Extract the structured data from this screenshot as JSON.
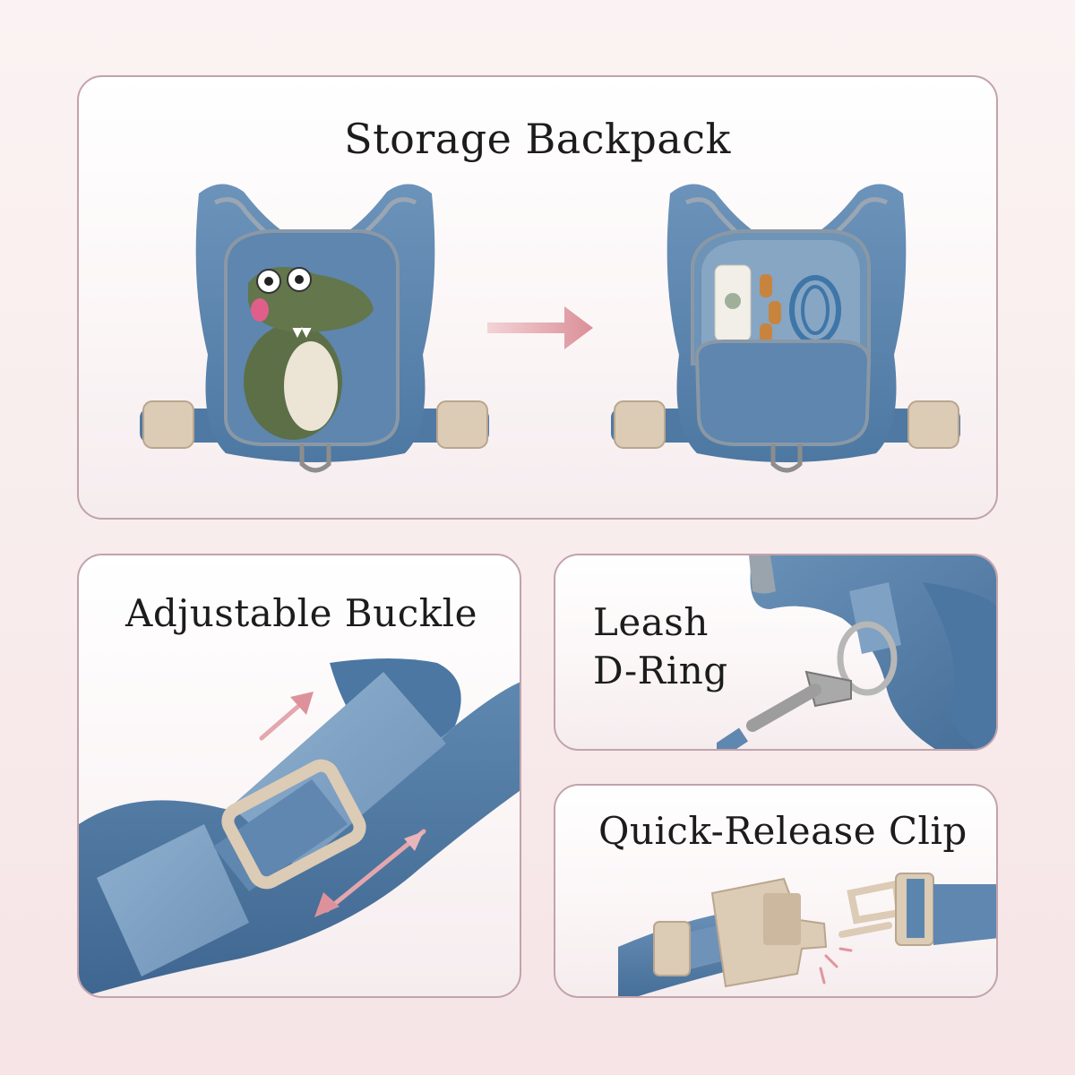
{
  "panels": {
    "storage": {
      "title": "Storage Backpack"
    },
    "buckle": {
      "title": "Adjustable Buckle"
    },
    "dring": {
      "title_line1": "Leash",
      "title_line2": "D-Ring"
    },
    "clip": {
      "title": "Quick-Release Clip"
    }
  },
  "colors": {
    "denim": "#5b84ad",
    "denim_dark": "#3f6790",
    "buckle_beige": "#dccbb5",
    "accent_arrow": "#e3a7ad",
    "panel_border": "#c2a3ab",
    "croc_green": "#5d6f47"
  },
  "icons": [
    "arrow-right-icon",
    "arrow-up-right-icon",
    "arrow-down-left-icon",
    "snap-lines-icon"
  ]
}
